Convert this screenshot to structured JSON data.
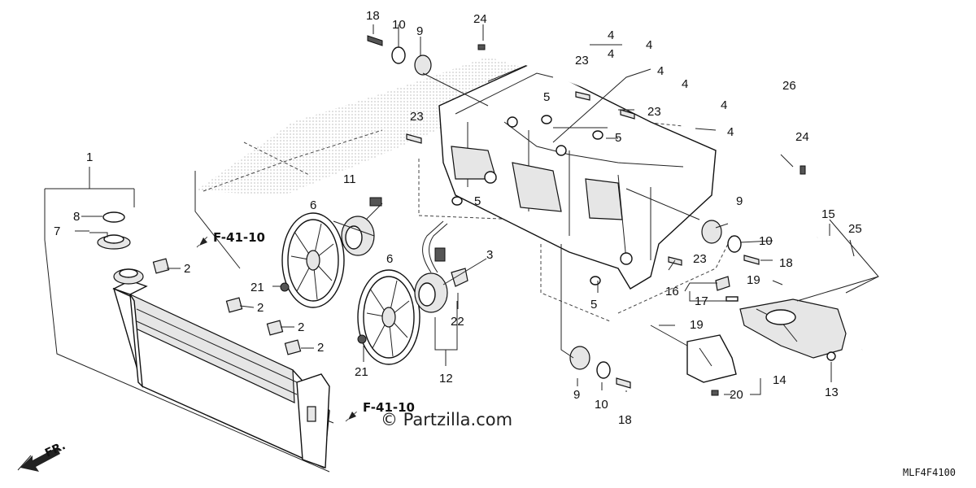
{
  "diagram": {
    "watermark": "© Partzilla.com",
    "diagram_code": "MLF4F4100",
    "front_indicator": "FR.",
    "ref_top": "F-41-10",
    "ref_bottom": "F-41-10",
    "callouts": {
      "c1": "1",
      "c2a": "2",
      "c2b": "2",
      "c2c": "2",
      "c2d": "2",
      "c3": "3",
      "c4a": "4",
      "c4b": "4",
      "c4c": "4",
      "c4d": "4",
      "c4e": "4",
      "c4f": "4",
      "c4g": "4",
      "c5a": "5",
      "c5b": "5",
      "c5c": "5",
      "c5d": "5",
      "c6a": "6",
      "c6b": "6",
      "c7": "7",
      "c8": "8",
      "c9a": "9",
      "c9b": "9",
      "c9c": "9",
      "c10a": "10",
      "c10b": "10",
      "c10c": "10",
      "c11": "11",
      "c12": "12",
      "c13": "13",
      "c14": "14",
      "c15": "15",
      "c16": "16",
      "c17": "17",
      "c18a": "18",
      "c18b": "18",
      "c18c": "18",
      "c19a": "19",
      "c19b": "19",
      "c20": "20",
      "c21a": "21",
      "c21b": "21",
      "c22": "22",
      "c23a": "23",
      "c23b": "23",
      "c23c": "23",
      "c23d": "23",
      "c24a": "24",
      "c24b": "24",
      "c25": "25",
      "c26": "26"
    }
  }
}
